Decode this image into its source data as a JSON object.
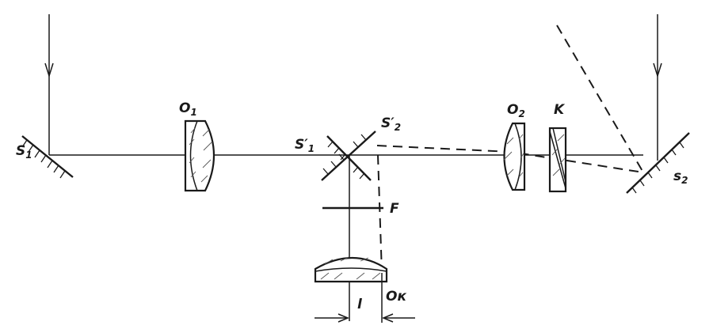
{
  "labels": {
    "s1": {
      "main": "S",
      "sub": "1"
    },
    "o1": {
      "main": "O",
      "sub": "1"
    },
    "s1p": {
      "main": "S′",
      "sub": "1"
    },
    "s2p": {
      "main": "S′",
      "sub": "2"
    },
    "o2": {
      "main": "O",
      "sub": "2"
    },
    "k": "K",
    "s2": {
      "main": "s",
      "sub": "2"
    },
    "f": "F",
    "ok": "Oк",
    "l": "l"
  }
}
